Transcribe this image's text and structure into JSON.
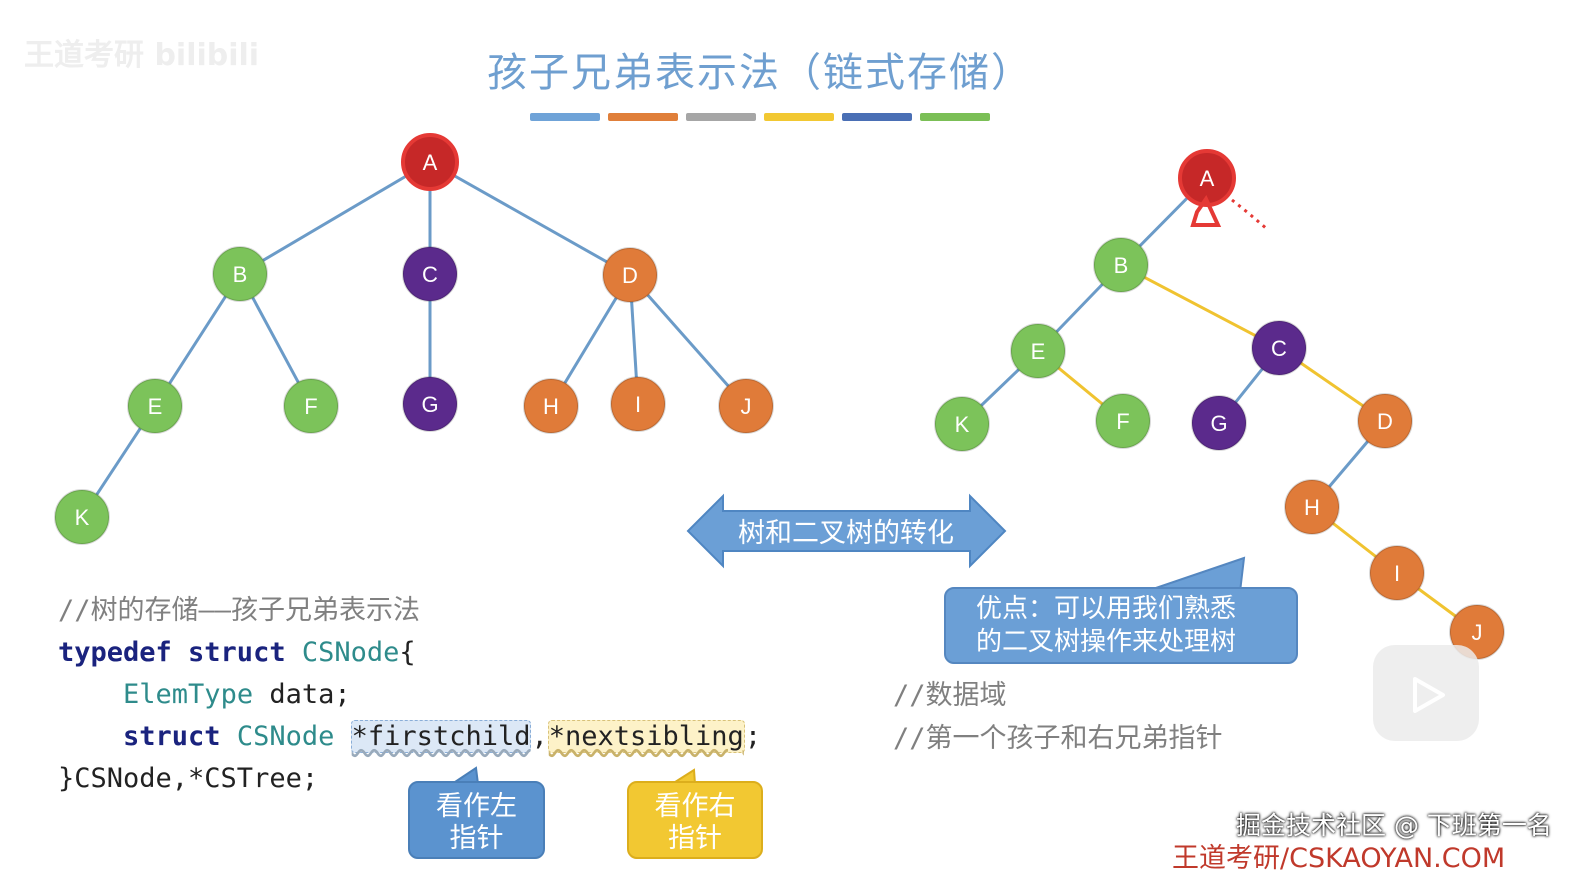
{
  "title": "孩子兄弟表示法（链式存储）",
  "watermark": "王道考研 bilibili",
  "color_strip": [
    "#6fa3d8",
    "#e07f3a",
    "#a6a6a6",
    "#f2c832",
    "#4a6fb5",
    "#7bbf56"
  ],
  "colors": {
    "red": "#c62828",
    "green": "#7cc35a",
    "purple": "#5b2a8c",
    "orange": "#e07b39",
    "edge_blue": "#6b9bc8",
    "edge_yellow": "#f0c330"
  },
  "left_tree": {
    "nodes": [
      {
        "id": "A",
        "label": "A",
        "color": "red"
      },
      {
        "id": "B",
        "label": "B",
        "color": "green"
      },
      {
        "id": "C",
        "label": "C",
        "color": "purple"
      },
      {
        "id": "D",
        "label": "D",
        "color": "orange"
      },
      {
        "id": "E",
        "label": "E",
        "color": "green"
      },
      {
        "id": "F",
        "label": "F",
        "color": "green"
      },
      {
        "id": "G",
        "label": "G",
        "color": "purple"
      },
      {
        "id": "H",
        "label": "H",
        "color": "orange"
      },
      {
        "id": "I",
        "label": "I",
        "color": "orange"
      },
      {
        "id": "J",
        "label": "J",
        "color": "orange"
      },
      {
        "id": "K",
        "label": "K",
        "color": "green"
      }
    ],
    "edges": [
      [
        "A",
        "B"
      ],
      [
        "A",
        "C"
      ],
      [
        "A",
        "D"
      ],
      [
        "B",
        "E"
      ],
      [
        "B",
        "F"
      ],
      [
        "C",
        "G"
      ],
      [
        "D",
        "H"
      ],
      [
        "D",
        "I"
      ],
      [
        "D",
        "J"
      ],
      [
        "E",
        "K"
      ]
    ]
  },
  "right_tree": {
    "nodes": [
      {
        "id": "A",
        "label": "A",
        "color": "red"
      },
      {
        "id": "B",
        "label": "B",
        "color": "green"
      },
      {
        "id": "E",
        "label": "E",
        "color": "green"
      },
      {
        "id": "C",
        "label": "C",
        "color": "purple"
      },
      {
        "id": "K",
        "label": "K",
        "color": "green"
      },
      {
        "id": "F",
        "label": "F",
        "color": "green"
      },
      {
        "id": "G",
        "label": "G",
        "color": "purple"
      },
      {
        "id": "D",
        "label": "D",
        "color": "orange"
      },
      {
        "id": "H",
        "label": "H",
        "color": "orange"
      },
      {
        "id": "I",
        "label": "I",
        "color": "orange"
      },
      {
        "id": "J",
        "label": "J",
        "color": "orange"
      }
    ],
    "child_edges": [
      [
        "A",
        "B"
      ],
      [
        "B",
        "E"
      ],
      [
        "E",
        "K"
      ],
      [
        "C",
        "G"
      ],
      [
        "D",
        "H"
      ]
    ],
    "sibling_edges": [
      [
        "B",
        "C"
      ],
      [
        "E",
        "F"
      ],
      [
        "C",
        "D"
      ],
      [
        "H",
        "I"
      ],
      [
        "I",
        "J"
      ]
    ]
  },
  "conversion_arrow": "树和二叉树的转化",
  "advantage_callout": {
    "line1": "优点：可以用我们熟悉",
    "line2": "的二叉树操作来处理树"
  },
  "code": {
    "comment": "//树的存储——孩子兄弟表示法",
    "line1_kw": "typedef struct",
    "line1_type": "CSNode",
    "line1_brace": "{",
    "line2_type": "ElemType",
    "line2_field": "data;",
    "line3_kw": "struct",
    "line3_type": "CSNode",
    "line3_ptr1": "*firstchild",
    "line3_comma": ",",
    "line3_ptr2": "*nextsibling",
    "line3_semi": ";",
    "line4": "}CSNode,*CSTree;",
    "comment_data": "//数据域",
    "comment_ptrs": "//第一个孩子和右兄弟指针"
  },
  "callouts": {
    "left_line1": "看作左",
    "left_line2": "指针",
    "right_line1": "看作右",
    "right_line2": "指针"
  },
  "footer": {
    "juejin": "掘金技术社区 @ 下班第一名",
    "site": "王道考研/CSKAOYAN.COM"
  },
  "icons": {
    "play": "play-icon"
  }
}
